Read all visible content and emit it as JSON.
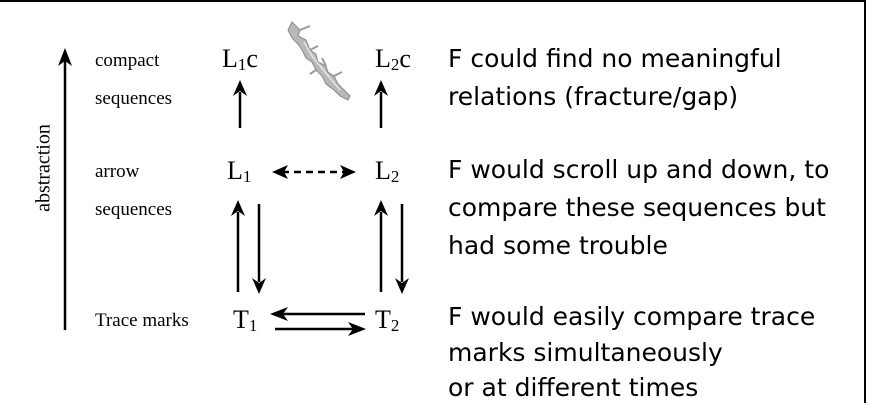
{
  "axis": {
    "label": "abstraction"
  },
  "rows": {
    "compact": {
      "line1": "compact",
      "line2": "sequences"
    },
    "arrow": {
      "line1": "arrow",
      "line2": "sequences"
    },
    "trace": {
      "label": "Trace marks"
    }
  },
  "nodes": {
    "l1c": {
      "base": "L",
      "sub": "1",
      "suffix": "c"
    },
    "l2c": {
      "base": "L",
      "sub": "2",
      "suffix": "c"
    },
    "l1": {
      "base": "L",
      "sub": "1"
    },
    "l2": {
      "base": "L",
      "sub": "2"
    },
    "t1": {
      "base": "T",
      "sub": "1"
    },
    "t2": {
      "base": "T",
      "sub": "2"
    }
  },
  "descriptions": {
    "compact": {
      "line1": "F could find no meaningful",
      "line2": "relations (fracture/gap)"
    },
    "arrow": {
      "line1": "F would scroll up and down, to",
      "line2": "compare these sequences but",
      "line3": "had some trouble"
    },
    "trace": {
      "line1": "F would easily compare trace",
      "line2": "marks simultaneously",
      "line3": "or at different times"
    }
  }
}
